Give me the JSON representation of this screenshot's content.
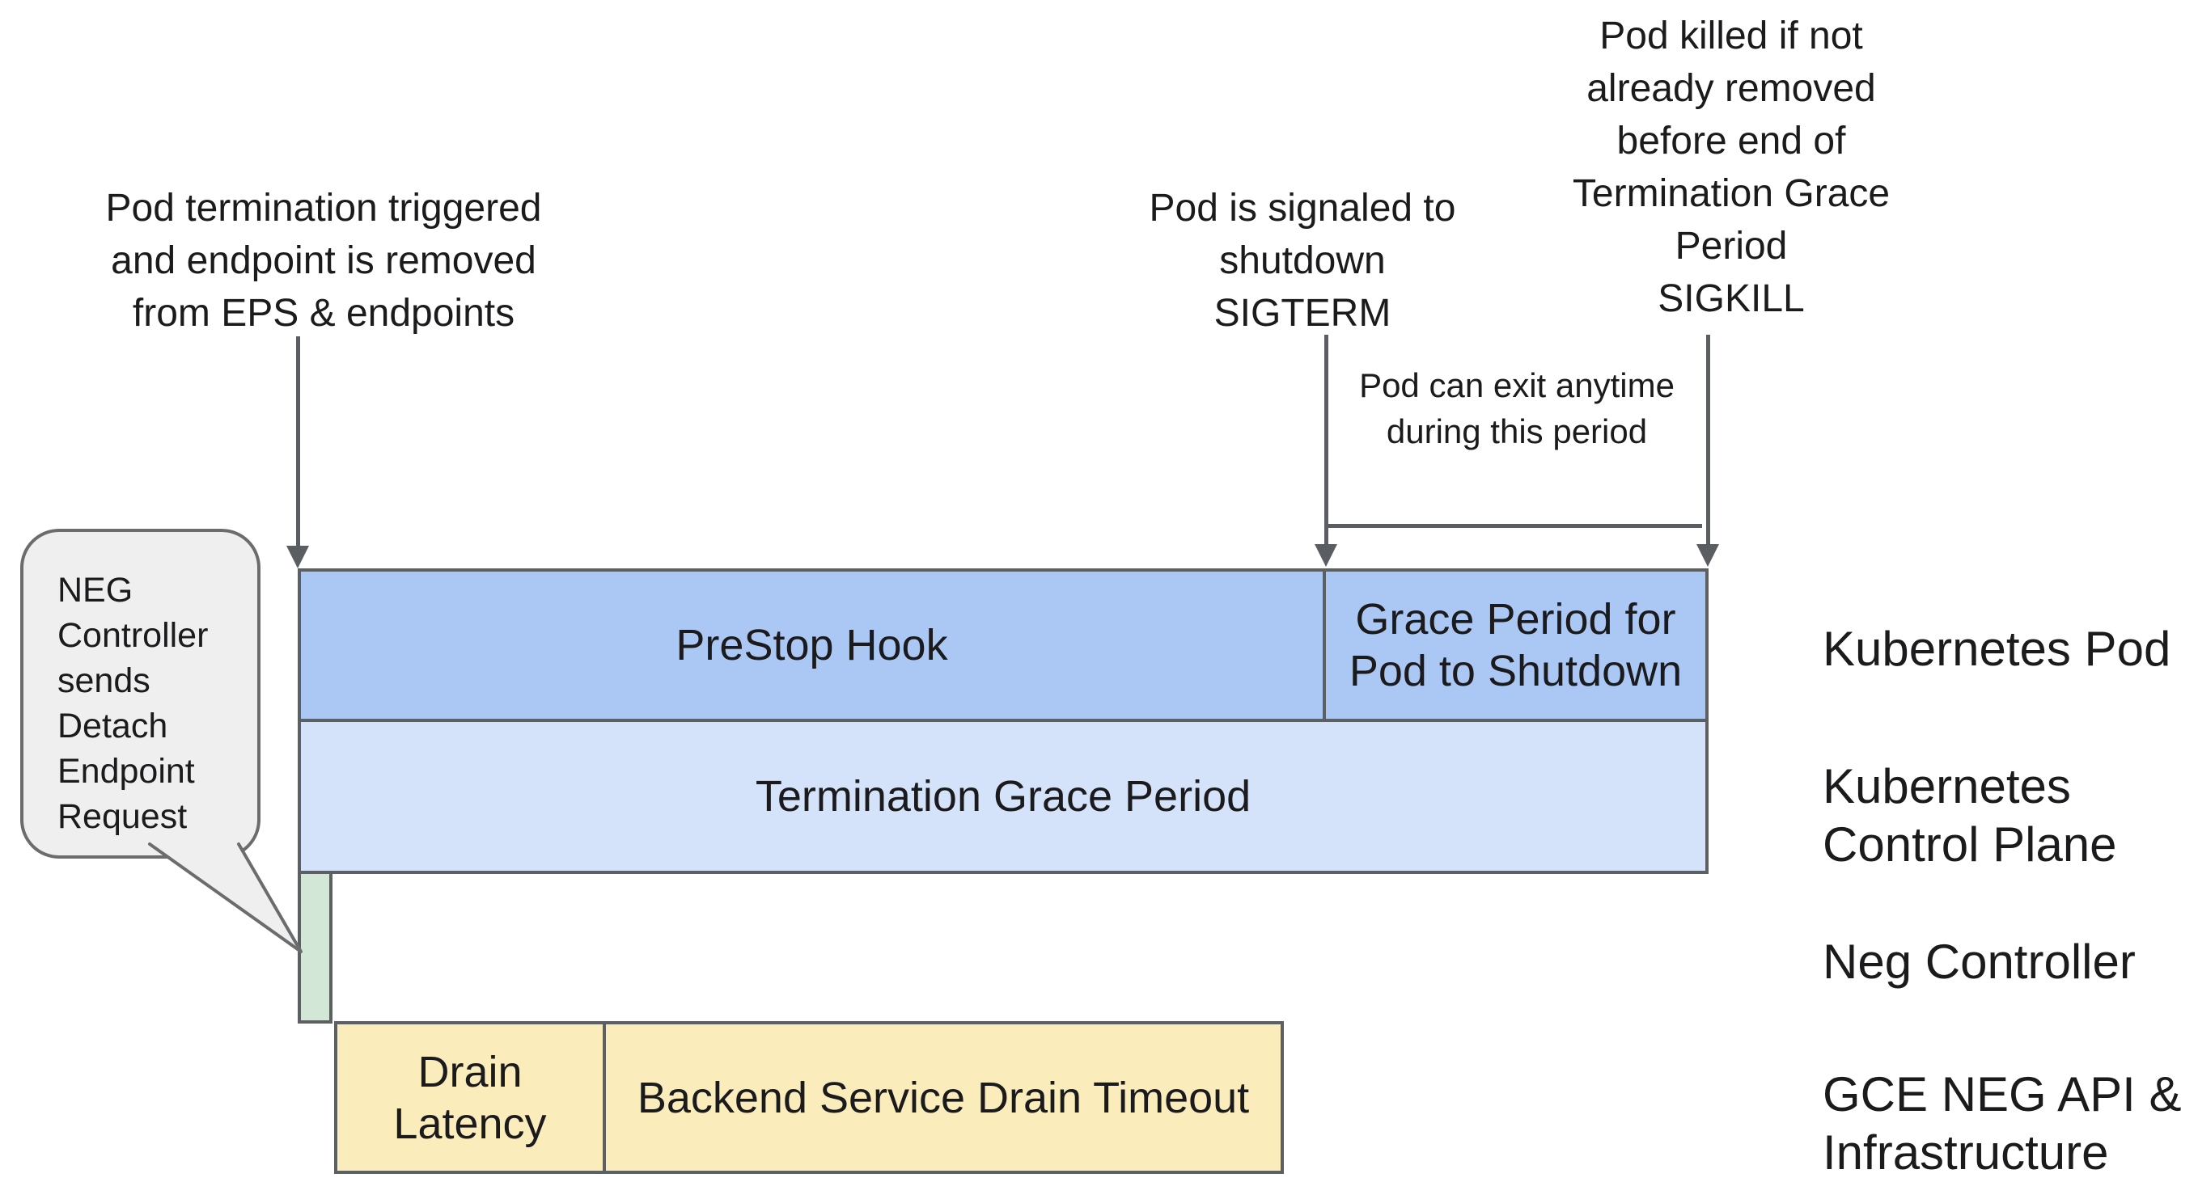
{
  "annotations": {
    "termination_triggered": "Pod termination triggered\nand endpoint is removed\nfrom EPS & endpoints",
    "sigterm": "Pod is signaled to\nshutdown\nSIGTERM",
    "sigkill": "Pod killed if not\nalready removed\nbefore end of\nTermination Grace\nPeriod\nSIGKILL",
    "pod_can_exit": "Pod can exit anytime\nduring this period"
  },
  "callout": {
    "text": "NEG\nController\nsends\nDetach\nEndpoint\nRequest"
  },
  "timeline": {
    "prestop_hook": "PreStop Hook",
    "grace_period": "Grace Period for\nPod to Shutdown",
    "termination_grace_period": "Termination Grace Period",
    "drain_latency": "Drain\nLatency",
    "backend_drain_timeout": "Backend Service Drain Timeout"
  },
  "lanes": {
    "kubernetes_pod": "Kubernetes Pod",
    "control_plane": "Kubernetes\nControl Plane",
    "neg_controller": "Neg Controller",
    "gce_neg": "GCE NEG API &\nInfrastructure"
  },
  "colors": {
    "bar_blue": "#abc8f5",
    "bar_light_blue": "#d4e2fa",
    "bar_green": "#d2e7d6",
    "bar_yellow": "#faedbb",
    "bar_border": "#5d6063",
    "arrow_gray": "#5a5d61",
    "bubble_fill": "#efefef",
    "bubble_border": "#6a6c6e",
    "text": "#1b1b1d",
    "background": "#ffffff"
  }
}
